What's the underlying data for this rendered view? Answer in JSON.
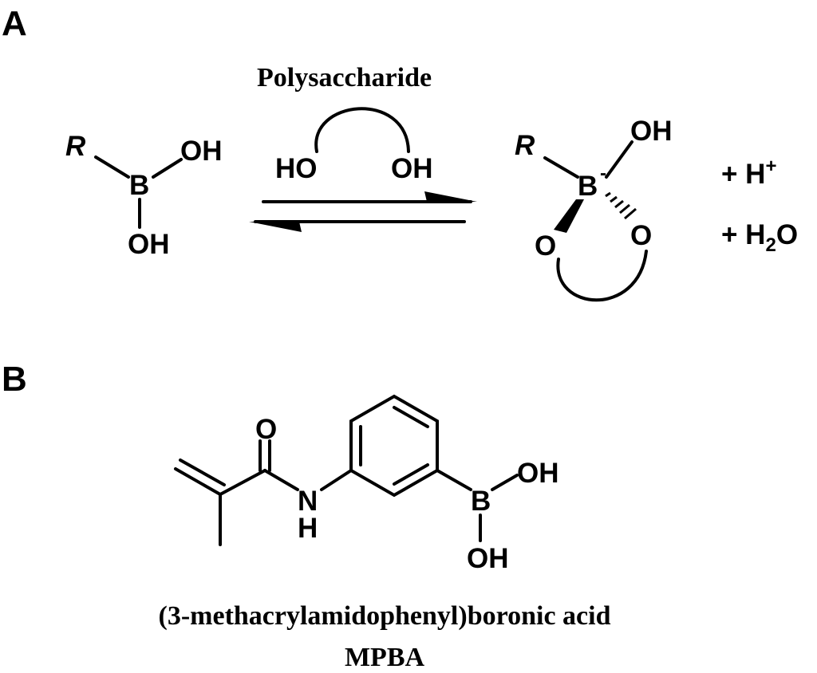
{
  "panel_a": {
    "label": "A",
    "reactant": {
      "r_group": "R",
      "boron": "B",
      "oh_top": "OH",
      "oh_bottom": "OH"
    },
    "reagent": {
      "name": "Polysaccharide",
      "ho_left": "HO",
      "oh_right": "OH"
    },
    "product": {
      "r_group": "R",
      "boron": "B",
      "charge": "-",
      "oh": "OH",
      "o_left": "O",
      "o_right": "O"
    },
    "byproducts": {
      "proton_prefix": "+ H",
      "proton_charge": "+",
      "water_prefix": "+ H",
      "water_subscript": "2",
      "water_suffix": "O"
    }
  },
  "panel_b": {
    "label": "B",
    "structure": {
      "carbonyl_o": "O",
      "amide_n": "N",
      "amide_h": "H",
      "boron": "B",
      "oh_top": "OH",
      "oh_bottom": "OH"
    },
    "compound_name": "(3-methacrylamidophenyl)boronic acid",
    "abbreviation": "MPBA"
  }
}
